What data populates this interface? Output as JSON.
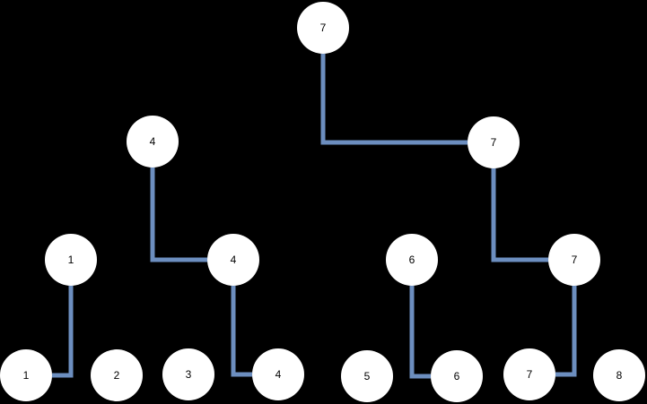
{
  "colors": {
    "background": "#000000",
    "connector": "#6c8ebf",
    "node_fill": "#ffffff",
    "node_text": "#000000"
  },
  "tree": {
    "type": "max-tournament-tree",
    "root": {
      "value": "7"
    },
    "level2": [
      {
        "value": "4"
      },
      {
        "value": "7"
      }
    ],
    "level3": [
      {
        "value": "1"
      },
      {
        "value": "4"
      },
      {
        "value": "6"
      },
      {
        "value": "7"
      }
    ],
    "leaves": [
      {
        "value": "1"
      },
      {
        "value": "2"
      },
      {
        "value": "3"
      },
      {
        "value": "4"
      },
      {
        "value": "5"
      },
      {
        "value": "6"
      },
      {
        "value": "7"
      },
      {
        "value": "8"
      }
    ],
    "edges": [
      {
        "from": "root-7",
        "to": "level2-7"
      },
      {
        "from": "level2-4",
        "to": "level3-4"
      },
      {
        "from": "level2-7",
        "to": "level3-7"
      },
      {
        "from": "level3-1",
        "to": "leaf-1"
      },
      {
        "from": "level3-4",
        "to": "leaf-4"
      },
      {
        "from": "level3-6",
        "to": "leaf-6"
      },
      {
        "from": "level3-7",
        "to": "leaf-7"
      }
    ]
  }
}
